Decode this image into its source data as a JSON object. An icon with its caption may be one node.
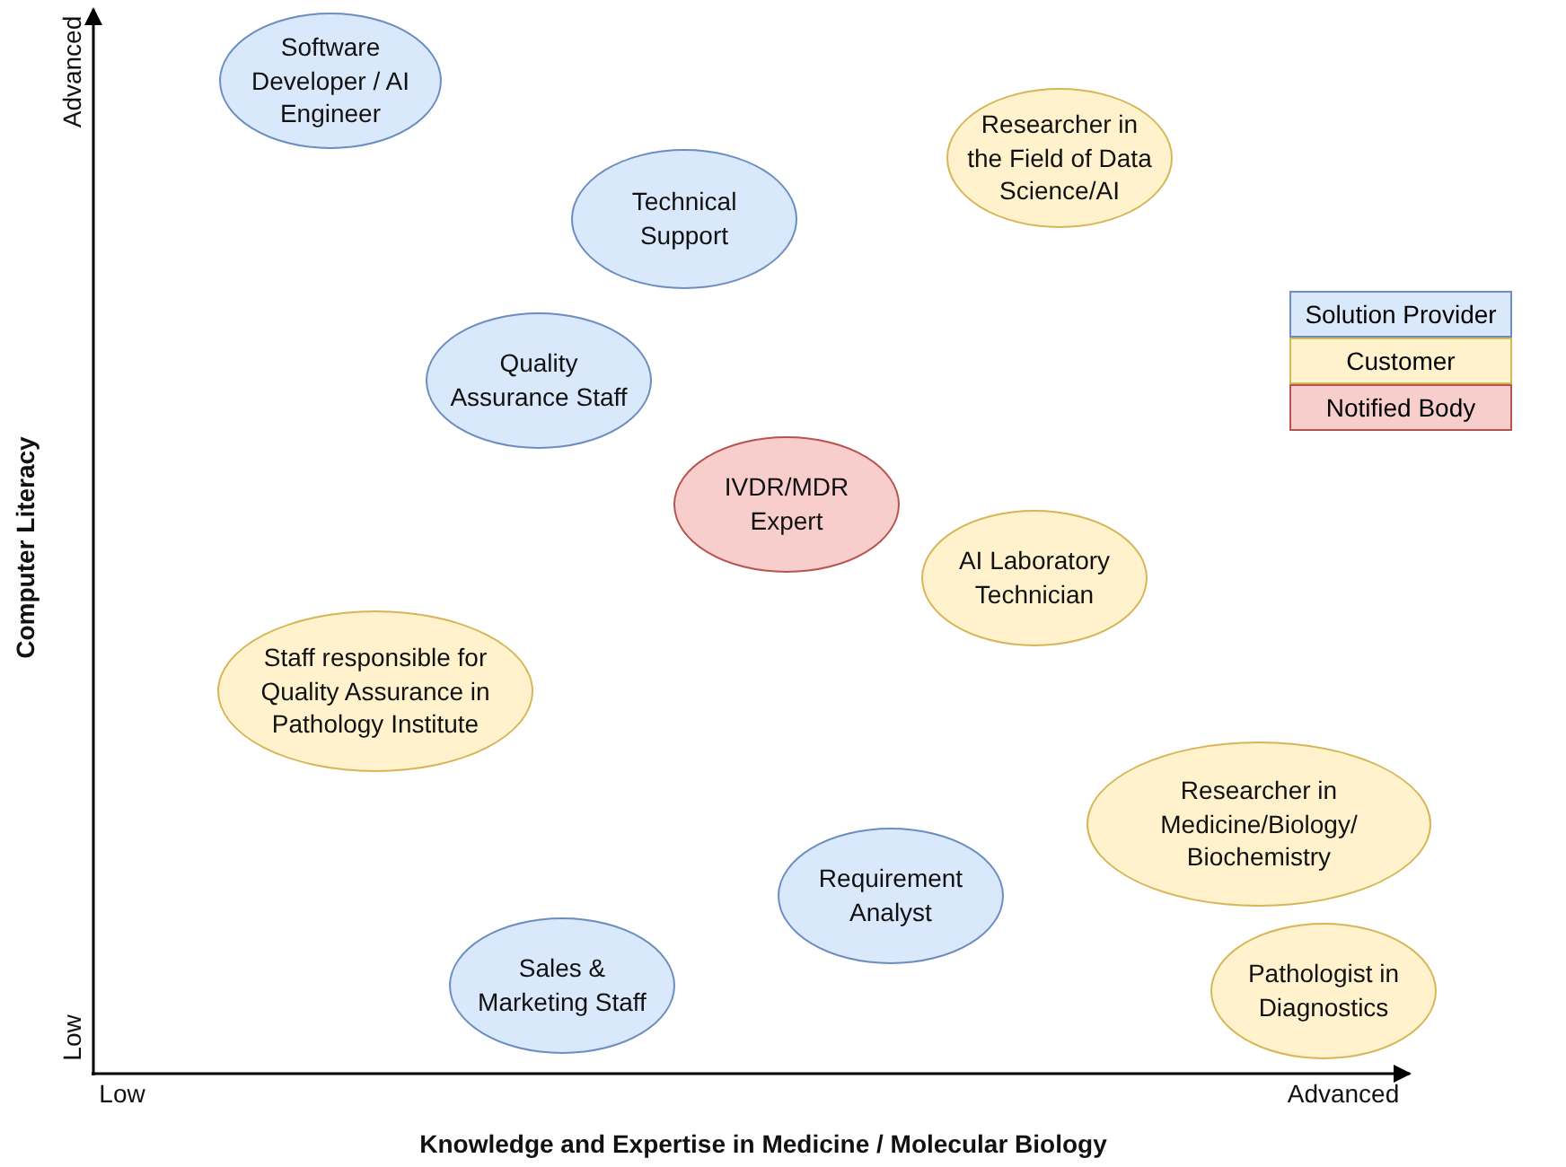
{
  "diagram": {
    "nodes": [
      {
        "text": [
          "Software Developer / AI Engineer"
        ]
      },
      {
        "text": [
          "Researcher in the Field of Data Science/AI"
        ]
      },
      {
        "text": [
          "Technical Support"
        ]
      },
      {
        "text": [
          "Quality Assurance Staff"
        ]
      },
      {
        "text": [
          "IVDR/MDR Expert"
        ]
      },
      {
        "text": [
          "AI Laboratory Technician"
        ]
      },
      {
        "text": [
          "Staff responsible for Quality Assurance in Pathology Institute"
        ]
      },
      {
        "text": [
          "Researcher in Medicine/Biology/ Biochemistry"
        ]
      },
      {
        "text": [
          "Requirement Analyst"
        ]
      },
      {
        "text": [
          "Sales & Marketing Staff"
        ]
      },
      {
        "text": [
          "Pathologist in Diagnostics"
        ]
      }
    ],
    "edges": [],
    "labels": [
      "Advanced",
      "Computer Literacy",
      "Low",
      "Low",
      "Advanced",
      "Knowledge and Expertise in Medicine / Molecular Biology"
    ],
    "legend": [
      {
        "text": "Solution Provider",
        "color": "#dae8fc"
      },
      {
        "text": "Customer",
        "color": "#fff2cc"
      },
      {
        "text": "Notified Body",
        "color": "#f8cecc"
      }
    ]
  }
}
